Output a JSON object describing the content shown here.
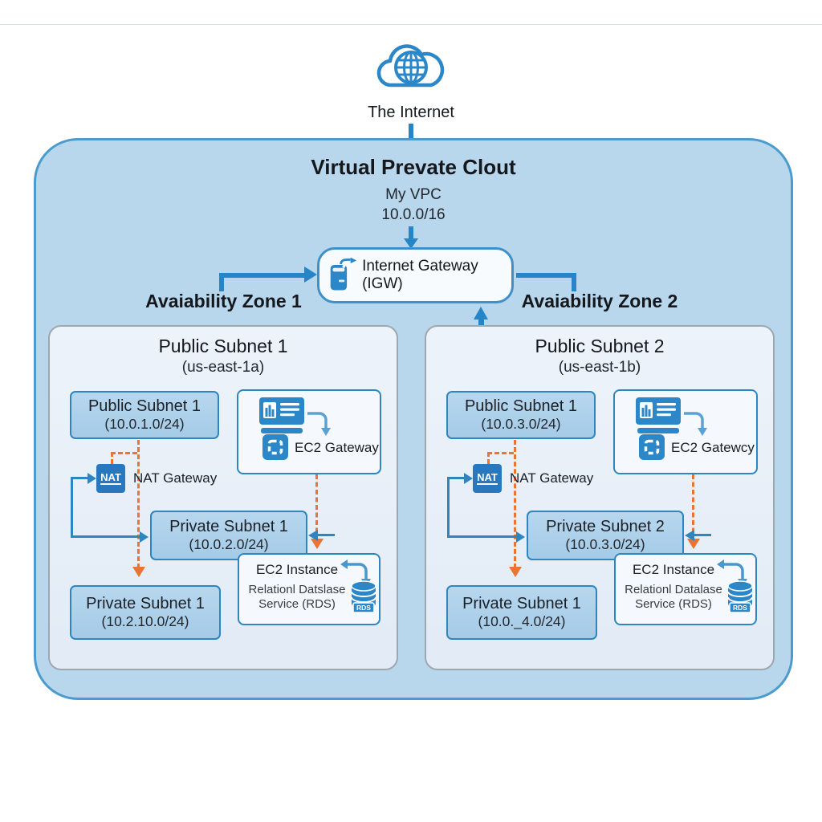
{
  "internet": {
    "label": "The Internet"
  },
  "vpc": {
    "title": "Virtual Prevate Clout",
    "name": "My VPC",
    "cidr": "10.0.0/16"
  },
  "igw": {
    "label": "Internet Gateway (IGW)"
  },
  "zones": [
    {
      "az_label": "Avaiability Zone 1",
      "title": "Public Subnet 1",
      "subtitle": "(us-east-1a)",
      "public_subnet": {
        "name": "Public Subnet 1",
        "cidr": "(10.0.1.0/24)"
      },
      "ec2_gateway": {
        "label": "EC2 Gateway"
      },
      "nat": {
        "icon_text": "NAT",
        "label": "NAT Gateway"
      },
      "private_subnet": {
        "name": "Private Subnet 1",
        "cidr": "(10.0.2.0/24)"
      },
      "private_subnet_2": {
        "name": "Private Subnet 1",
        "cidr": "(10.2.10.0/24)"
      },
      "rds": {
        "title": "EC2 Instance",
        "line1": "Relationl Datslase",
        "line2": "Service (RDS)",
        "db_label": "RDS"
      }
    },
    {
      "az_label": "Avaiability Zone 2",
      "title": "Public Subnet 2",
      "subtitle": "(us-east-1b)",
      "public_subnet": {
        "name": "Public Subnet 1",
        "cidr": "(10.0.3.0/24)"
      },
      "ec2_gateway": {
        "label": "EC2 Gatewcy"
      },
      "nat": {
        "icon_text": "NAT",
        "label": "NAT Gateway"
      },
      "private_subnet": {
        "name": "Private Subnet 2",
        "cidr": "(10.0.3.0/24)"
      },
      "private_subnet_2": {
        "name": "Private Subnet 1",
        "cidr": "(10.0._4.0/24)"
      },
      "rds": {
        "title": "EC2 Instance",
        "line1": "Relationl Datalase",
        "line2": "Service (RDS)",
        "db_label": "RDS"
      }
    }
  ],
  "colors": {
    "accent_blue": "#2b87c8",
    "line_blue": "#2585c6",
    "dashed_orange": "#ea7433",
    "vpc_fill": "#b8d6ec",
    "subnet_fill": "#aed0ea",
    "zone_fill": "#eaf1f9"
  }
}
